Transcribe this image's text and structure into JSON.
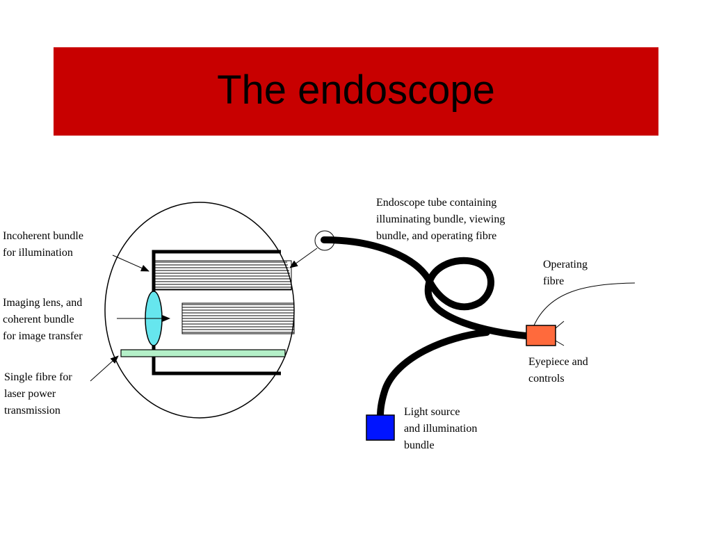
{
  "slide": {
    "title": "The endoscope",
    "title_bar_color": "#c80000"
  },
  "diagram": {
    "labels": {
      "incoherent_bundle": [
        "Incoherent bundle",
        "for illumination"
      ],
      "imaging_lens": [
        "Imaging lens, and",
        "coherent bundle",
        "for image transfer"
      ],
      "single_fibre": [
        "Single fibre for",
        "laser power",
        "transmission"
      ],
      "endoscope_tube": [
        "Endoscope tube containing",
        "illuminating bundle, viewing",
        "bundle, and operating fibre"
      ],
      "operating_fibre": [
        "Operating",
        "fibre"
      ],
      "eyepiece": [
        "Eyepiece and",
        "controls"
      ],
      "light_source": [
        "Light source",
        "and illumination",
        "bundle"
      ]
    },
    "colors": {
      "lens": "#66e6ee",
      "laser_fibre": "#b4f0c8",
      "eyepiece_box": "#ff6a3c",
      "light_source_box": "#0014ff",
      "tube": "#000000"
    }
  }
}
